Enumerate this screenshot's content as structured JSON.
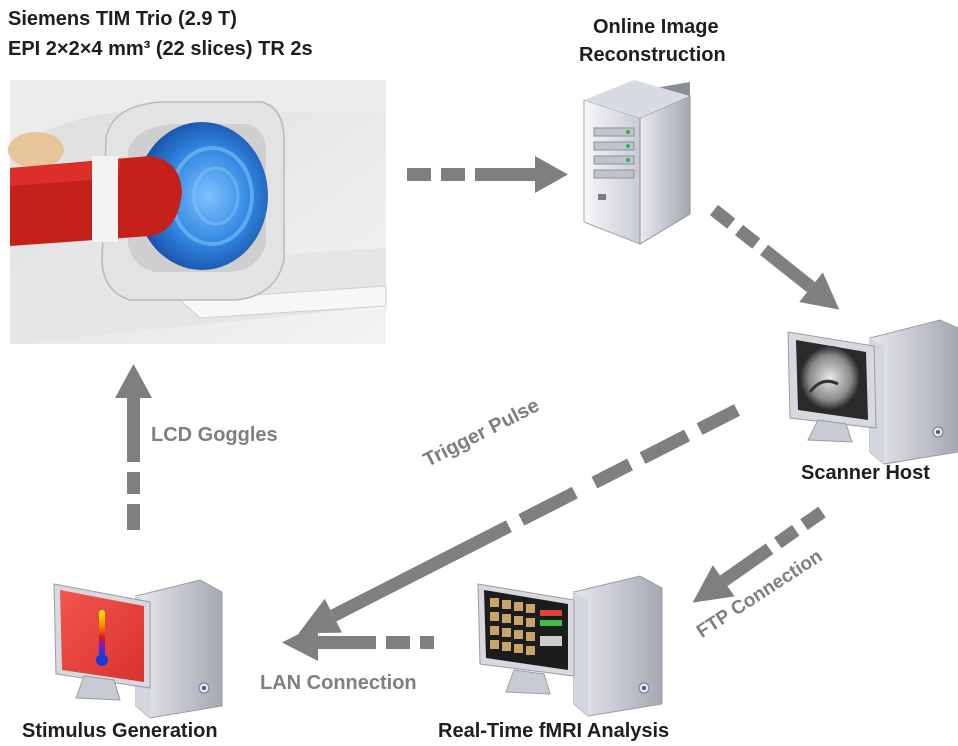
{
  "scanner": {
    "line1": "Siemens TIM Trio (2.9 T)",
    "line2": "EPI 2×2×4 mm³ (22 slices) TR 2s"
  },
  "nodes": {
    "reconstruction_line1": "Online Image",
    "reconstruction_line2": "Reconstruction",
    "scanner_host": "Scanner Host",
    "stimulus": "Stimulus Generation",
    "analysis": "Real-Time fMRI Analysis"
  },
  "connections": {
    "lcd": "LCD Goggles",
    "trigger": "Trigger Pulse",
    "ftp": "FTP Connection",
    "lan": "LAN Connection"
  },
  "colors": {
    "arrow": "#7f7f7f",
    "text_dark": "#1e1e1e",
    "text_grey": "#7f7f7f",
    "stimulus_screen": "#e8413c",
    "scanner_tunnel": "#2f86e0",
    "patient_blanket": "#c4201c"
  }
}
